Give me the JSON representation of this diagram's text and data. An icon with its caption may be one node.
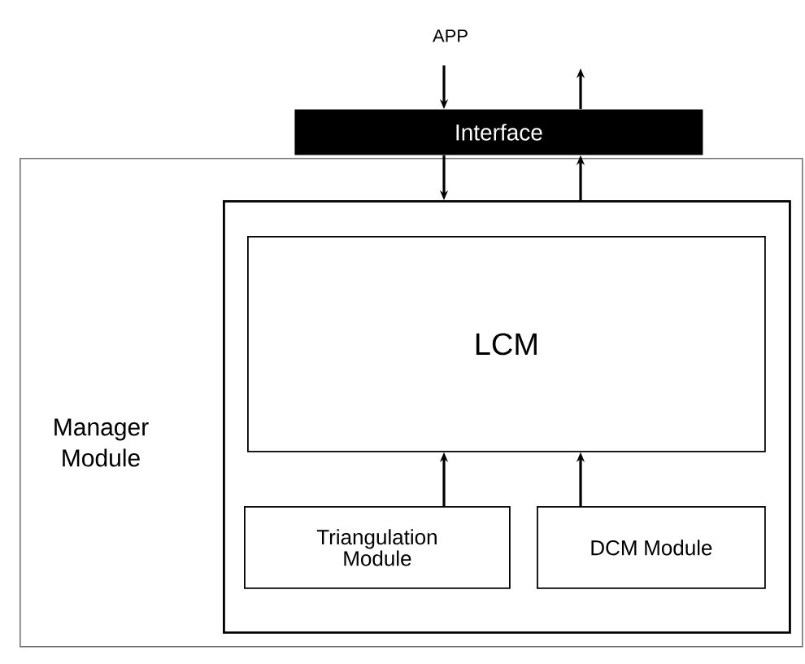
{
  "diagram": {
    "nodes": [
      {
        "text": [
          "APP"
        ]
      },
      {
        "text": [
          "Interface"
        ]
      },
      {
        "text": [
          "Manager Module"
        ]
      },
      {
        "text": [],
        "shape": "box",
        "in": 2
      },
      {
        "text": [
          "LCM"
        ],
        "in": 3
      },
      {
        "text": [
          "Triangulation Module"
        ],
        "in": 3
      },
      {
        "text": [
          "DCM Module"
        ],
        "in": 3
      }
    ],
    "edges": [
      {
        "from": 0,
        "to": 1,
        "arrow": "to"
      },
      {
        "from": 1,
        "to": null,
        "arrow": "to"
      },
      {
        "from": 1,
        "to": 3,
        "arrow": "to"
      },
      {
        "from": 3,
        "to": 1,
        "arrow": "to"
      },
      {
        "from": 5,
        "to": 4,
        "arrow": "to"
      },
      {
        "from": 6,
        "to": 4,
        "arrow": "to"
      }
    ]
  }
}
